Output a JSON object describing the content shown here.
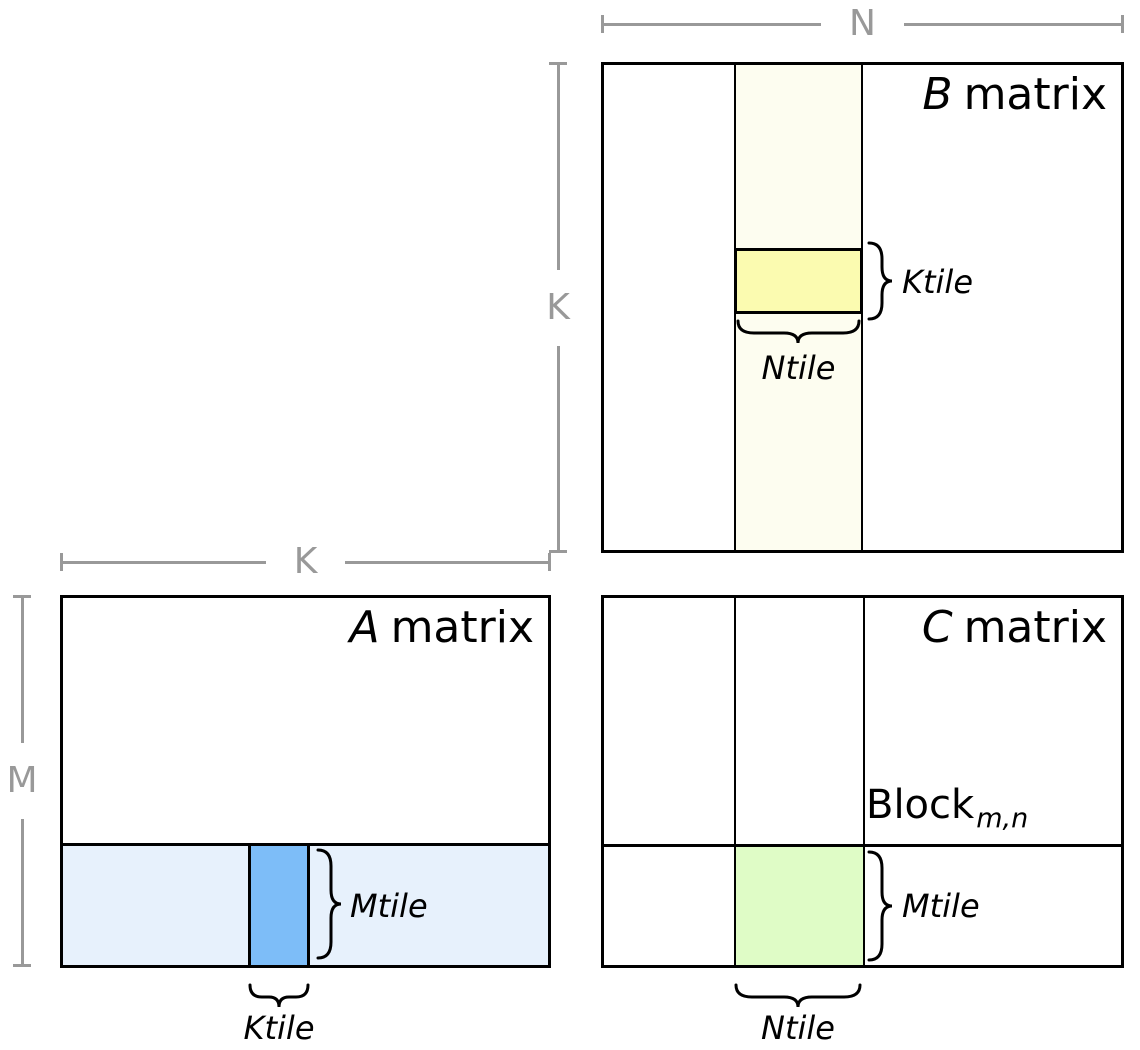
{
  "diagram": {
    "kind": "matrix-multiplication-tiling",
    "dims": {
      "n": "N",
      "k_b": "K",
      "k_a": "K",
      "m": "M"
    },
    "b_matrix": {
      "title_letter": "B",
      "title_word": "matrix",
      "ktile_label": "Ktile",
      "ntile_label": "Ntile"
    },
    "a_matrix": {
      "title_letter": "A",
      "title_word": "matrix",
      "mtile_label": "Mtile",
      "ktile_label": "Ktile"
    },
    "c_matrix": {
      "title_letter": "C",
      "title_word": "matrix",
      "block_label": "Block",
      "block_subscript": "m,n",
      "mtile_label": "Mtile",
      "ntile_label": "Ntile"
    },
    "colors": {
      "b_strip": "#FDFDF0",
      "b_tile": "#FBFBB0",
      "a_strip": "#E7F1FC",
      "a_tile": "#7DBDF8",
      "c_tile": "#DFFCC6",
      "line_black": "#000000",
      "dim_gray": "#999999"
    }
  }
}
